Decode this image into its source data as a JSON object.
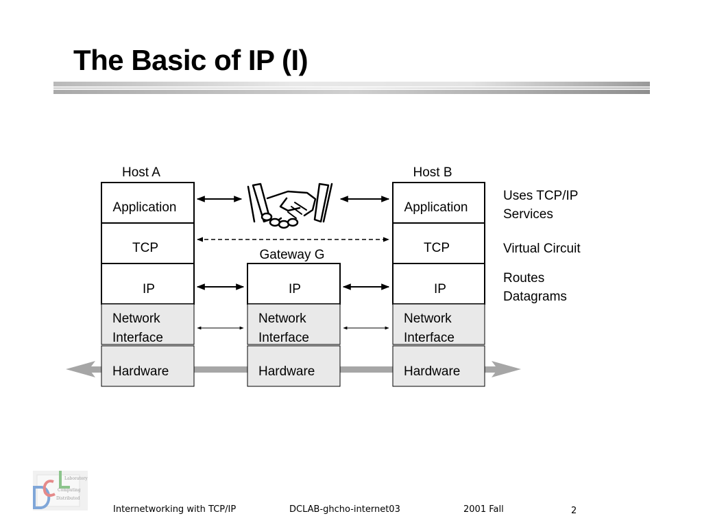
{
  "slide": {
    "title": "The Basic of IP (I)"
  },
  "diagram": {
    "host_a": {
      "label": "Host A",
      "layers": {
        "application": "Application",
        "tcp": "TCP",
        "ip": "IP",
        "network_interface": [
          "Network",
          "Interface"
        ],
        "hardware": "Hardware"
      }
    },
    "gateway": {
      "label": "Gateway G",
      "layers": {
        "ip": "IP",
        "network_interface": [
          "Network",
          "Interface"
        ],
        "hardware": "Hardware"
      }
    },
    "host_b": {
      "label": "Host B",
      "layers": {
        "application": "Application",
        "tcp": "TCP",
        "ip": "IP",
        "network_interface": [
          "Network",
          "Interface"
        ],
        "hardware": "Hardware"
      }
    },
    "annotations": {
      "application": [
        "Uses TCP/IP",
        "Services"
      ],
      "tcp": "Virtual Circuit",
      "ip": [
        "Routes",
        "Datagrams"
      ]
    },
    "icons": {
      "handshake": "handshake-icon"
    }
  },
  "logo": {
    "letters": "DCL",
    "lines": [
      "Laboratory",
      "Computing",
      "Distributed"
    ]
  },
  "footer": {
    "course": "Internetworking with TCP/IP",
    "doc_id": "DCLAB-ghcho-internet03",
    "term": "2001 Fall",
    "page_number": "2"
  }
}
